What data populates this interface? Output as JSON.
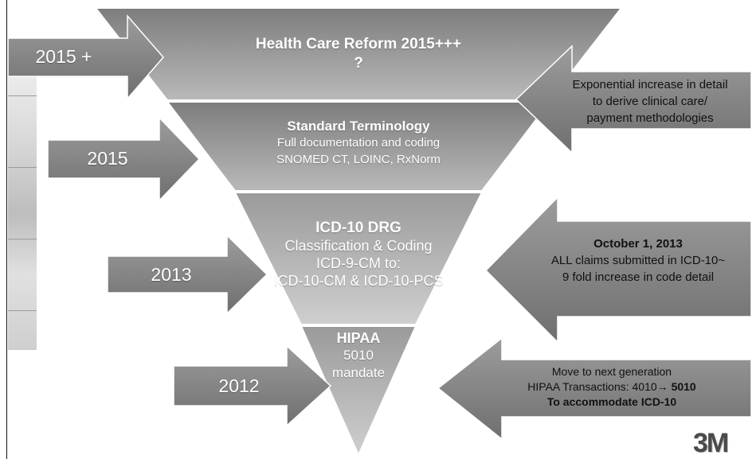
{
  "layers": [
    {
      "title": "Health Care Reform 2015+++",
      "lines": [
        "?"
      ]
    },
    {
      "title": "Standard Terminology",
      "lines": [
        "Full documentation and coding",
        "SNOMED CT, LOINC, RxNorm"
      ]
    },
    {
      "title": "ICD-10 DRG",
      "lines": [
        "Classification & Coding",
        "ICD-9-CM to:",
        "ICD-10-CM & ICD-10-PCS"
      ]
    },
    {
      "title": "HIPAA",
      "lines": [
        "5010",
        "mandate"
      ]
    }
  ],
  "left_arrows": [
    "2015 +",
    "2015",
    "2013",
    "2012"
  ],
  "right_notes": [
    {
      "lines": [
        "Exponential increase in detail",
        "to derive clinical care/",
        "payment methodologies"
      ]
    },
    {
      "title": "October 1, 2013",
      "lines": [
        "ALL claims submitted in ICD-10~",
        "9 fold increase in code detail"
      ]
    },
    {
      "line1": "Move to next generation",
      "line2_prefix": "HIPAA Transactions: 4010→ ",
      "line2_bold": "5010",
      "line3": "To accommodate ICD-10"
    }
  ],
  "logo": "3M",
  "colors": {
    "layer_dark": "#8a8a8a",
    "layer_light": "#c4c4c4",
    "arrow": "#8c8c8c",
    "text": "#ffffff"
  }
}
